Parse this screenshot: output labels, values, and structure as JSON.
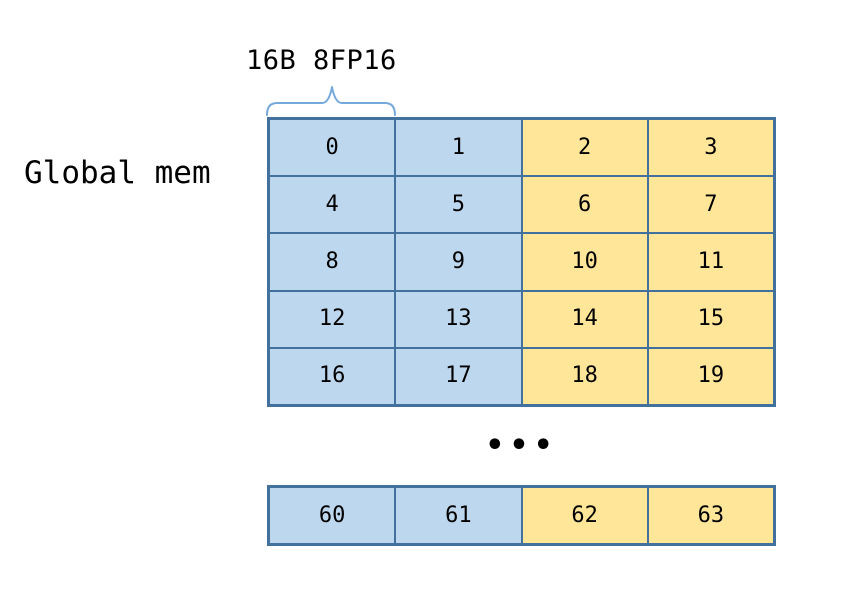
{
  "labels": {
    "brace_label": "16B 8FP16",
    "memory_label": "Global mem",
    "ellipsis": "•••"
  },
  "colors": {
    "blue_fill": "#BDD7EE",
    "yellow_fill": "#FFE699",
    "grid_border": "#41719C",
    "brace_stroke": "#74A9DC",
    "text": "#000000"
  },
  "main_grid": {
    "rows": [
      [
        "0",
        "1",
        "2",
        "3"
      ],
      [
        "4",
        "5",
        "6",
        "7"
      ],
      [
        "8",
        "9",
        "10",
        "11"
      ],
      [
        "12",
        "13",
        "14",
        "15"
      ],
      [
        "16",
        "17",
        "18",
        "19"
      ]
    ]
  },
  "bottom_row": {
    "cells": [
      "60",
      "61",
      "62",
      "63"
    ]
  }
}
